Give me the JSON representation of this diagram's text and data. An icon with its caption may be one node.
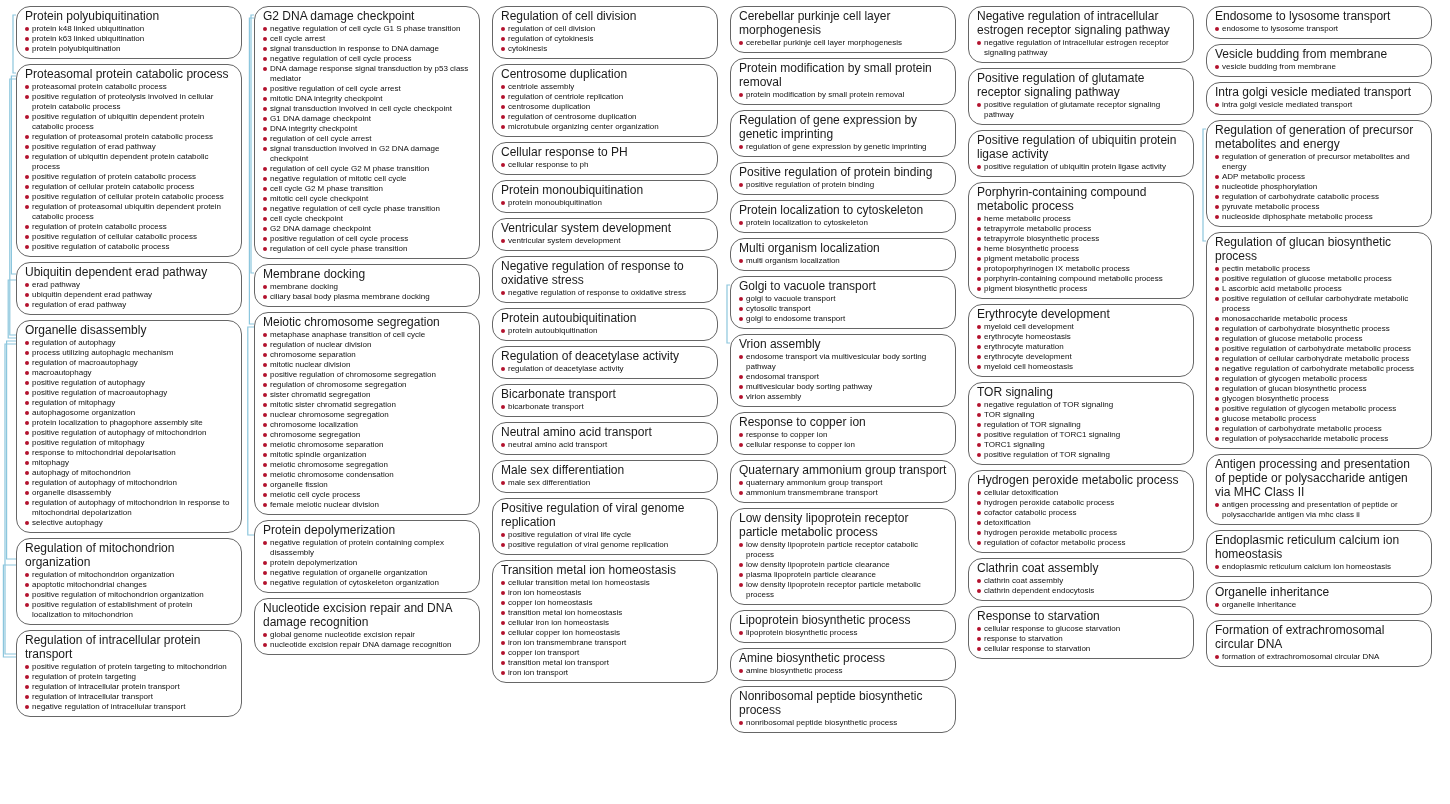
{
  "diagram": {
    "nodes": [
      {
        "text": [
          "Protein polyubiquitination"
        ]
      },
      {
        "text": [
          "protein k48 linked ubiquitination"
        ],
        "in": 0
      },
      {
        "text": [
          "protein k63 linked ubiquitination"
        ],
        "in": 0
      },
      {
        "text": [
          "protein polyubiquitination"
        ],
        "in": 0
      },
      {
        "text": [
          "Proteasomal protein catabolic process"
        ]
      },
      {
        "text": [
          "proteasomal protein catabolic process"
        ],
        "in": 4
      },
      {
        "text": [
          "positive regulation of proteolysis involved in cellular protein catabolic process"
        ],
        "in": 4
      },
      {
        "text": [
          "positive regulation of ubiquitin dependent protein catabolic process"
        ],
        "in": 4
      },
      {
        "text": [
          "regulation of proteasomal protein catabolic process"
        ],
        "in": 4
      },
      {
        "text": [
          "positive regulation of erad pathway"
        ],
        "in": 4
      },
      {
        "text": [
          "regulation of ubiquitin dependent protein catabolic process"
        ],
        "in": 4
      },
      {
        "text": [
          "positive regulation of protein catabolic process"
        ],
        "in": 4
      },
      {
        "text": [
          "regulation of cellular protein catabolic process"
        ],
        "in": 4
      },
      {
        "text": [
          "positive regulation of cellular protein catabolic process"
        ],
        "in": 4
      },
      {
        "text": [
          "regulation of proteasomal ubiquitin dependent protein catabolic process"
        ],
        "in": 4
      },
      {
        "text": [
          "regulation of protein catabolic process"
        ],
        "in": 4
      },
      {
        "text": [
          "positive regulation of cellular catabolic process"
        ],
        "in": 4
      },
      {
        "text": [
          "positive regulation of catabolic process"
        ],
        "in": 4
      },
      {
        "text": [
          "Ubiquitin dependent erad pathway"
        ]
      },
      {
        "text": [
          "erad pathway"
        ],
        "in": 18
      },
      {
        "text": [
          "ubiquitin dependent erad pathway"
        ],
        "in": 18
      },
      {
        "text": [
          "regulation of erad pathway"
        ],
        "in": 18
      },
      {
        "text": [
          "Organelle disassembly"
        ]
      },
      {
        "text": [
          "regulation of autophagy"
        ],
        "in": 22
      },
      {
        "text": [
          "process utilizing autophagic mechanism"
        ],
        "in": 22
      },
      {
        "text": [
          "regulation of macroautophagy"
        ],
        "in": 22
      },
      {
        "text": [
          "macroautophagy"
        ],
        "in": 22
      },
      {
        "text": [
          "positive regulation of autophagy"
        ],
        "in": 22
      },
      {
        "text": [
          "positive regulation of macroautophagy"
        ],
        "in": 22
      },
      {
        "text": [
          "regulation of mitophagy"
        ],
        "in": 22
      },
      {
        "text": [
          "autophagosome organization"
        ],
        "in": 22
      },
      {
        "text": [
          "protein localization to phagophore assembly site"
        ],
        "in": 22
      },
      {
        "text": [
          "positive regulation of autophagy of mitochondrion"
        ],
        "in": 22
      },
      {
        "text": [
          "positive regulation of mitophagy"
        ],
        "in": 22
      },
      {
        "text": [
          "response to mitochondrial depolarisation"
        ],
        "in": 22
      },
      {
        "text": [
          "mitophagy"
        ],
        "in": 22
      },
      {
        "text": [
          "autophagy of mitochondrion"
        ],
        "in": 22
      },
      {
        "text": [
          "regulation of autophagy of mitochondrion"
        ],
        "in": 22
      },
      {
        "text": [
          "organelle disassembly"
        ],
        "in": 22
      },
      {
        "text": [
          "regulation of autophagy of mitochondrion in response to mitochondrial depolarization"
        ],
        "in": 22
      },
      {
        "text": [
          "selective autophagy"
        ],
        "in": 22
      },
      {
        "text": [
          "Regulation of mitochondrion organization"
        ]
      },
      {
        "text": [
          "regulation of mitochondrion organization"
        ],
        "in": 41
      },
      {
        "text": [
          "apoptotic mitochondrial changes"
        ],
        "in": 41
      },
      {
        "text": [
          "positive regulation of mitochondrion organization"
        ],
        "in": 41
      },
      {
        "text": [
          "positive regulation of establishment of protein localization to mitochondrion"
        ],
        "in": 41
      },
      {
        "text": [
          "Regulation of intracellular protein transport"
        ]
      },
      {
        "text": [
          "positive regulation of protein targeting to mitochondrion"
        ],
        "in": 46
      },
      {
        "text": [
          "regulation of protein targeting"
        ],
        "in": 46
      },
      {
        "text": [
          "regulation of intracellular protein transport"
        ],
        "in": 46
      },
      {
        "text": [
          "regulation of intracellular transport"
        ],
        "in": 46
      },
      {
        "text": [
          "negative regulation of intracellular transport"
        ],
        "in": 46
      },
      {
        "text": [
          "G2 DNA damage checkpoint"
        ]
      },
      {
        "text": [
          "negative regulation of cell cycle G1 S phase transition"
        ],
        "in": 52
      },
      {
        "text": [
          "cell cycle arrest"
        ],
        "in": 52
      },
      {
        "text": [
          "signal transduction in response to DNA damage"
        ],
        "in": 52
      },
      {
        "text": [
          "negative regulation of cell cycle process"
        ],
        "in": 52
      },
      {
        "text": [
          "DNA damage response signal transduction by p53 class mediator"
        ],
        "in": 52
      },
      {
        "text": [
          "positive regulation of cell cycle arrest"
        ],
        "in": 52
      },
      {
        "text": [
          "mitotic DNA integrity checkpoint"
        ],
        "in": 52
      },
      {
        "text": [
          "signal transduction involved in cell cycle checkpoint"
        ],
        "in": 52
      },
      {
        "text": [
          "G1 DNA damage checkpoint"
        ],
        "in": 52
      },
      {
        "text": [
          "DNA integrity checkpoint"
        ],
        "in": 52
      },
      {
        "text": [
          "regulation of cell cycle arrest"
        ],
        "in": 52
      },
      {
        "text": [
          "signal transduction involved in G2 DNA damage checkpoint"
        ],
        "in": 52
      },
      {
        "text": [
          "regulation of cell cycle G2 M phase transition"
        ],
        "in": 52
      },
      {
        "text": [
          "negative regulation of mitotic cell cycle"
        ],
        "in": 52
      },
      {
        "text": [
          "cell cycle G2 M phase transition"
        ],
        "in": 52
      },
      {
        "text": [
          "mitotic cell cycle checkpoint"
        ],
        "in": 52
      },
      {
        "text": [
          "negative regulation of cell cycle phase transition"
        ],
        "in": 52
      },
      {
        "text": [
          "cell cycle checkpoint"
        ],
        "in": 52
      },
      {
        "text": [
          "G2 DNA damage checkpoint"
        ],
        "in": 52
      },
      {
        "text": [
          "positive regulation of cell cycle process"
        ],
        "in": 52
      },
      {
        "text": [
          "regulation of cell cycle phase transition"
        ],
        "in": 52
      },
      {
        "text": [
          "Membrane docking"
        ]
      },
      {
        "text": [
          "membrane docking"
        ],
        "in": 74
      },
      {
        "text": [
          "ciliary basal body plasma membrane docking"
        ],
        "in": 74
      },
      {
        "text": [
          "Meiotic chromosome segregation"
        ]
      },
      {
        "text": [
          "metaphase anaphase transition of cell cycle"
        ],
        "in": 77
      },
      {
        "text": [
          "regulation of nuclear division"
        ],
        "in": 77
      },
      {
        "text": [
          "chromosome separation"
        ],
        "in": 77
      },
      {
        "text": [
          "mitotic nuclear division"
        ],
        "in": 77
      },
      {
        "text": [
          "positive regulation of chromosome segregation"
        ],
        "in": 77
      },
      {
        "text": [
          "regulation of chromosome segregation"
        ],
        "in": 77
      },
      {
        "text": [
          "sister chromatid segregation"
        ],
        "in": 77
      },
      {
        "text": [
          "mitotic sister chromatid segregation"
        ],
        "in": 77
      },
      {
        "text": [
          "nuclear chromosome segregation"
        ],
        "in": 77
      },
      {
        "text": [
          "chromosome localization"
        ],
        "in": 77
      },
      {
        "text": [
          "chromosome segregation"
        ],
        "in": 77
      },
      {
        "text": [
          "meiotic chromosome separation"
        ],
        "in": 77
      },
      {
        "text": [
          "mitotic spindle organization"
        ],
        "in": 77
      },
      {
        "text": [
          "meiotic chromosome segregation"
        ],
        "in": 77
      },
      {
        "text": [
          "meiotic chromosome condensation"
        ],
        "in": 77
      },
      {
        "text": [
          "organelle fission"
        ],
        "in": 77
      },
      {
        "text": [
          "meiotic cell cycle process"
        ],
        "in": 77
      },
      {
        "text": [
          "female meiotic nuclear division"
        ],
        "in": 77
      },
      {
        "text": [
          "Protein depolymerization"
        ]
      },
      {
        "text": [
          "negative regulation of protein containing complex disassembly"
        ],
        "in": 96
      },
      {
        "text": [
          "protein depolymerization"
        ],
        "in": 96
      },
      {
        "text": [
          "negative regulation of organelle organization"
        ],
        "in": 96
      },
      {
        "text": [
          "negative regulation of cytoskeleton organization"
        ],
        "in": 96
      },
      {
        "text": [
          "Nucleotide excision repair and DNA damage recognition"
        ]
      },
      {
        "text": [
          "global genome nucleotide excision repair"
        ],
        "in": 101
      },
      {
        "text": [
          "nucleotide excision repair DNA damage recognition"
        ],
        "in": 101
      },
      {
        "text": [
          "Regulation of cell division"
        ]
      },
      {
        "text": [
          "regulation of cell division"
        ],
        "in": 104
      },
      {
        "text": [
          "regulation of cytokinesis"
        ],
        "in": 104
      },
      {
        "text": [
          "cytokinesis"
        ],
        "in": 104
      },
      {
        "text": [
          "Centrosome duplication"
        ]
      },
      {
        "text": [
          "centriole assembly"
        ],
        "in": 108
      },
      {
        "text": [
          "regulation of centriole replication"
        ],
        "in": 108
      },
      {
        "text": [
          "centrosome duplication"
        ],
        "in": 108
      },
      {
        "text": [
          "regulation of centrosome duplication"
        ],
        "in": 108
      },
      {
        "text": [
          "microtubule organizing center organization"
        ],
        "in": 108
      },
      {
        "text": [
          "Cellular response to PH"
        ]
      },
      {
        "text": [
          "cellular response to ph"
        ],
        "in": 114
      },
      {
        "text": [
          "Protein monoubiquitination"
        ]
      },
      {
        "text": [
          "protein monoubiquitination"
        ],
        "in": 116
      },
      {
        "text": [
          "Ventricular system development"
        ]
      },
      {
        "text": [
          "ventricular system development"
        ],
        "in": 118
      },
      {
        "text": [
          "Negative regulation of response to oxidative stress"
        ]
      },
      {
        "text": [
          "negative regulation of response to oxidative stress"
        ],
        "in": 120
      },
      {
        "text": [
          "Protein autoubiquitination"
        ]
      },
      {
        "text": [
          "protein autoubiquitination"
        ],
        "in": 122
      },
      {
        "text": [
          "Regulation of deacetylase activity"
        ]
      },
      {
        "text": [
          "regulation of deacetylase activity"
        ],
        "in": 124
      },
      {
        "text": [
          "Bicarbonate transport"
        ]
      },
      {
        "text": [
          "bicarbonate transport"
        ],
        "in": 126
      },
      {
        "text": [
          "Neutral amino acid transport"
        ]
      },
      {
        "text": [
          "neutral amino acid transport"
        ],
        "in": 128
      },
      {
        "text": [
          "Male sex differentiation"
        ]
      },
      {
        "text": [
          "male sex differentiation"
        ],
        "in": 130
      },
      {
        "text": [
          "Cerebellar purkinje cell layer morphogenesis"
        ]
      },
      {
        "text": [
          "cerebellar purkinje cell layer morphogenesis"
        ],
        "in": 132
      },
      {
        "text": [
          "Protein modification by small protein removal"
        ]
      },
      {
        "text": [
          "protein modification by small protein removal"
        ],
        "in": 134
      },
      {
        "text": [
          "Regulation of gene expression by genetic imprinting"
        ]
      },
      {
        "text": [
          "regulation of gene expression by genetic imprinting"
        ],
        "in": 136
      },
      {
        "text": [
          "Positive regulation of protein binding"
        ]
      },
      {
        "text": [
          "positive regulation of protein binding"
        ],
        "in": 138
      },
      {
        "text": [
          "Protein localization to cytoskeleton"
        ]
      },
      {
        "text": [
          "protein localization to cytoskeleton"
        ],
        "in": 140
      },
      {
        "text": [
          "Multi organism localization"
        ]
      },
      {
        "text": [
          "multi organism localization"
        ],
        "in": 142
      },
      {
        "text": [
          "Golgi to vacuole transport"
        ]
      },
      {
        "text": [
          "golgi to vacuole transport"
        ],
        "in": 144
      },
      {
        "text": [
          "cytosolic transport"
        ],
        "in": 144
      },
      {
        "text": [
          "golgi to endosome transport"
        ],
        "in": 144
      },
      {
        "text": [
          "Vrion assembly"
        ]
      },
      {
        "text": [
          "endosome transport via multivesicular body sorting pathway"
        ],
        "in": 148
      },
      {
        "text": [
          "endosomal transport"
        ],
        "in": 148
      },
      {
        "text": [
          "multivesicular body sorting pathway"
        ],
        "in": 148
      },
      {
        "text": [
          "virion assembly"
        ],
        "in": 148
      },
      {
        "text": [
          "Positive regulation of viral genome replication"
        ]
      },
      {
        "text": [
          "positive regulation of viral life cycle"
        ],
        "in": 153
      },
      {
        "text": [
          "positive regulation of viral genome replication"
        ],
        "in": 153
      },
      {
        "text": [
          "Transition metal ion homeostasis"
        ]
      },
      {
        "text": [
          "cellular transition metal ion homeostasis"
        ],
        "in": 156
      },
      {
        "text": [
          "iron ion homeostasis"
        ],
        "in": 156
      },
      {
        "text": [
          "copper ion homeostasis"
        ],
        "in": 156
      },
      {
        "text": [
          "transition metal ion homeostasis"
        ],
        "in": 156
      },
      {
        "text": [
          "cellular iron ion homeostasis"
        ],
        "in": 156
      },
      {
        "text": [
          "cellular copper ion homeostasis"
        ],
        "in": 156
      },
      {
        "text": [
          "iron ion transmembrane transport"
        ],
        "in": 156
      },
      {
        "text": [
          "copper ion transport"
        ],
        "in": 156
      },
      {
        "text": [
          "transition metal ion transport"
        ],
        "in": 156
      },
      {
        "text": [
          "iron ion transport"
        ],
        "in": 156
      },
      {
        "text": [
          "Response to copper ion"
        ]
      },
      {
        "text": [
          "response to copper ion"
        ],
        "in": 167
      },
      {
        "text": [
          "cellular response to copper ion"
        ],
        "in": 167
      },
      {
        "text": [
          "Quaternary ammonium group transport"
        ]
      },
      {
        "text": [
          "quaternary ammonium group transport"
        ],
        "in": 170
      },
      {
        "text": [
          "ammonium transmembrane transport"
        ],
        "in": 170
      },
      {
        "text": [
          "Low density lipoprotein receptor particle metabolic process"
        ]
      },
      {
        "text": [
          "low density lipoprotein particle receptor catabolic process"
        ],
        "in": 173
      },
      {
        "text": [
          "low density lipoprotein particle clearance"
        ],
        "in": 173
      },
      {
        "text": [
          "plasma lipoprotein particle clearance"
        ],
        "in": 173
      },
      {
        "text": [
          "low density lipoprotein receptor particle metabolic process"
        ],
        "in": 173
      },
      {
        "text": [
          "Lipoprotein biosynthetic process"
        ]
      },
      {
        "text": [
          "lipoprotein biosynthetic process"
        ],
        "in": 178
      },
      {
        "text": [
          "Amine biosynthetic process"
        ]
      },
      {
        "text": [
          "amine biosynthetic process"
        ],
        "in": 180
      },
      {
        "text": [
          "Nonribosomal peptide biosynthetic process"
        ]
      },
      {
        "text": [
          "nonribosomal peptide biosynthetic process"
        ],
        "in": 182
      },
      {
        "text": [
          "Negative regulation of intracellular estrogen receptor signaling pathway"
        ]
      },
      {
        "text": [
          "negative regulation of intracellular estrogen receptor signaling pathway"
        ],
        "in": 184
      },
      {
        "text": [
          "Positive regulation of glutamate receptor signaling pathway"
        ]
      },
      {
        "text": [
          "positive regulation of glutamate receptor signaling pathway"
        ],
        "in": 186
      },
      {
        "text": [
          "Positive regulation of ubiquitin protein ligase activity"
        ]
      },
      {
        "text": [
          "positive regulation of ubiquitin protein ligase activity"
        ],
        "in": 188
      },
      {
        "text": [
          "Porphyrin-containing compound metabolic process"
        ]
      },
      {
        "text": [
          "heme metabolic process"
        ],
        "in": 190
      },
      {
        "text": [
          "tetrapyrrole metabolic process"
        ],
        "in": 190
      },
      {
        "text": [
          "tetrapyrrole biosynthetic process"
        ],
        "in": 190
      },
      {
        "text": [
          "heme biosynthetic process"
        ],
        "in": 190
      },
      {
        "text": [
          "pigment metabolic process"
        ],
        "in": 190
      },
      {
        "text": [
          "protoporphyrinogen IX metabolic process"
        ],
        "in": 190
      },
      {
        "text": [
          "porphyrin-containing compound metabolic process"
        ],
        "in": 190
      },
      {
        "text": [
          "pigment biosynthetic process"
        ],
        "in": 190
      },
      {
        "text": [
          "Erythrocyte development"
        ]
      },
      {
        "text": [
          "myeloid cell development"
        ],
        "in": 199
      },
      {
        "text": [
          "erythrocyte homeostasis"
        ],
        "in": 199
      },
      {
        "text": [
          "erythrocyte maturation"
        ],
        "in": 199
      },
      {
        "text": [
          "erythrocyte development"
        ],
        "in": 199
      },
      {
        "text": [
          "myeloid cell homeostasis"
        ],
        "in": 199
      },
      {
        "text": [
          "TOR signaling"
        ]
      },
      {
        "text": [
          "negative regulation of TOR signaling"
        ],
        "in": 205
      },
      {
        "text": [
          "TOR signaling"
        ],
        "in": 205
      },
      {
        "text": [
          "regulation of TOR signaling"
        ],
        "in": 205
      },
      {
        "text": [
          "positive regulation of TORC1 signaling"
        ],
        "in": 205
      },
      {
        "text": [
          "TORC1 signaling"
        ],
        "in": 205
      },
      {
        "text": [
          "positive regulation of TOR signaling"
        ],
        "in": 205
      },
      {
        "text": [
          "Hydrogen peroxide metabolic process"
        ]
      },
      {
        "text": [
          "cellular detoxification"
        ],
        "in": 212
      },
      {
        "text": [
          "hydrogen peroxide catabolic process"
        ],
        "in": 212
      },
      {
        "text": [
          "cofactor catabolic process"
        ],
        "in": 212
      },
      {
        "text": [
          "detoxification"
        ],
        "in": 212
      },
      {
        "text": [
          "hydrogen peroxide metabolic process"
        ],
        "in": 212
      },
      {
        "text": [
          "regulation of cofactor metabolic process"
        ],
        "in": 212
      },
      {
        "text": [
          "Clathrin coat assembly"
        ]
      },
      {
        "text": [
          "clathrin coat assembly"
        ],
        "in": 219
      },
      {
        "text": [
          "clathrin dependent endocytosis"
        ],
        "in": 219
      },
      {
        "text": [
          "Response to starvation"
        ]
      },
      {
        "text": [
          "cellular response to glucose starvation"
        ],
        "in": 222
      },
      {
        "text": [
          "response to starvation"
        ],
        "in": 222
      },
      {
        "text": [
          "cellular response to starvation"
        ],
        "in": 222
      },
      {
        "text": [
          "Endosome to lysosome transport"
        ]
      },
      {
        "text": [
          "endosome to lysosome transport"
        ],
        "in": 226
      },
      {
        "text": [
          "Vesicle budding from membrane"
        ]
      },
      {
        "text": [
          "vesicle budding from membrane"
        ],
        "in": 228
      },
      {
        "text": [
          "Intra golgi vesicle mediated transport"
        ]
      },
      {
        "text": [
          "intra golgi vesicle mediated transport"
        ],
        "in": 230
      },
      {
        "text": [
          "Regulation of generation of precursor metabolites and energy"
        ]
      },
      {
        "text": [
          "regulation of generation of precursor metabolites and energy"
        ],
        "in": 232
      },
      {
        "text": [
          "ADP metabolic process"
        ],
        "in": 232
      },
      {
        "text": [
          "nucleotide phosphorylation"
        ],
        "in": 232
      },
      {
        "text": [
          "regulation of carbohydrate catabolic process"
        ],
        "in": 232
      },
      {
        "text": [
          "pyruvate metabolic process"
        ],
        "in": 232
      },
      {
        "text": [
          "nucleoside diphosphate metabolic process"
        ],
        "in": 232
      },
      {
        "text": [
          "Regulation of glucan biosynthetic process"
        ]
      },
      {
        "text": [
          "pectin metabolic process"
        ],
        "in": 239
      },
      {
        "text": [
          "positive regulation of glucose metabolic process"
        ],
        "in": 239
      },
      {
        "text": [
          "L ascorbic acid metabolic process"
        ],
        "in": 239
      },
      {
        "text": [
          "positive regulation of cellular carbohydrate metabolic process"
        ],
        "in": 239
      },
      {
        "text": [
          "monosaccharide metabolic process"
        ],
        "in": 239
      },
      {
        "text": [
          "regulation of carbohydrate biosynthetic process"
        ],
        "in": 239
      },
      {
        "text": [
          "regulation of glucose metabolic process"
        ],
        "in": 239
      },
      {
        "text": [
          "positive regulation of carbohydrate metabolic process"
        ],
        "in": 239
      },
      {
        "text": [
          "regulation of cellular carbohydrate metabolic process"
        ],
        "in": 239
      },
      {
        "text": [
          "negative regulation of carbohydrate metabolic process"
        ],
        "in": 239
      },
      {
        "text": [
          "regulation of glycogen metabolic process"
        ],
        "in": 239
      },
      {
        "text": [
          "regulation of glucan biosynthetic process"
        ],
        "in": 239
      },
      {
        "text": [
          "glycogen biosynthetic process"
        ],
        "in": 239
      },
      {
        "text": [
          "positive regulation of glycogen metabolic process"
        ],
        "in": 239
      },
      {
        "text": [
          "glucose metabolic process"
        ],
        "in": 239
      },
      {
        "text": [
          "regulation of carbohydrate metabolic process"
        ],
        "in": 239
      },
      {
        "text": [
          "regulation of polysaccharide metabolic process"
        ],
        "in": 239
      },
      {
        "text": [
          "Antigen processing and presentation of peptide or polysaccharide antigen via MHC Class II"
        ]
      },
      {
        "text": [
          "antigen processing and presentation of peptide or polysaccharide antigen via mhc class ii"
        ],
        "in": 257
      },
      {
        "text": [
          "Endoplasmic reticulum calcium ion homeostasis"
        ]
      },
      {
        "text": [
          "endoplasmic reticulum calcium ion homeostasis"
        ],
        "in": 259
      },
      {
        "text": [
          "Organelle inheritance"
        ]
      },
      {
        "text": [
          "organelle inheritance"
        ],
        "in": 261
      },
      {
        "text": [
          "Formation of extrachromosomal circular DNA"
        ]
      },
      {
        "text": [
          "formation of extrachromosomal circular DNA"
        ],
        "in": 263
      }
    ],
    "edges": [
      {
        "from": 0,
        "to": 4,
        "arrow": "none"
      },
      {
        "from": 4,
        "to": 18,
        "arrow": "none"
      },
      {
        "from": 4,
        "to": 22,
        "arrow": "none"
      },
      {
        "from": 18,
        "to": 22,
        "arrow": "none"
      },
      {
        "from": 22,
        "to": 41,
        "arrow": "none"
      },
      {
        "from": 22,
        "to": 46,
        "arrow": "none"
      },
      {
        "from": 41,
        "to": 46,
        "arrow": "none"
      },
      {
        "from": 52,
        "to": 74,
        "arrow": "none"
      },
      {
        "from": 52,
        "to": 77,
        "arrow": "none"
      },
      {
        "from": 77,
        "to": 96,
        "arrow": "none"
      },
      {
        "from": 144,
        "to": 148,
        "arrow": "none"
      },
      {
        "from": 232,
        "to": 239,
        "arrow": "none"
      }
    ]
  }
}
